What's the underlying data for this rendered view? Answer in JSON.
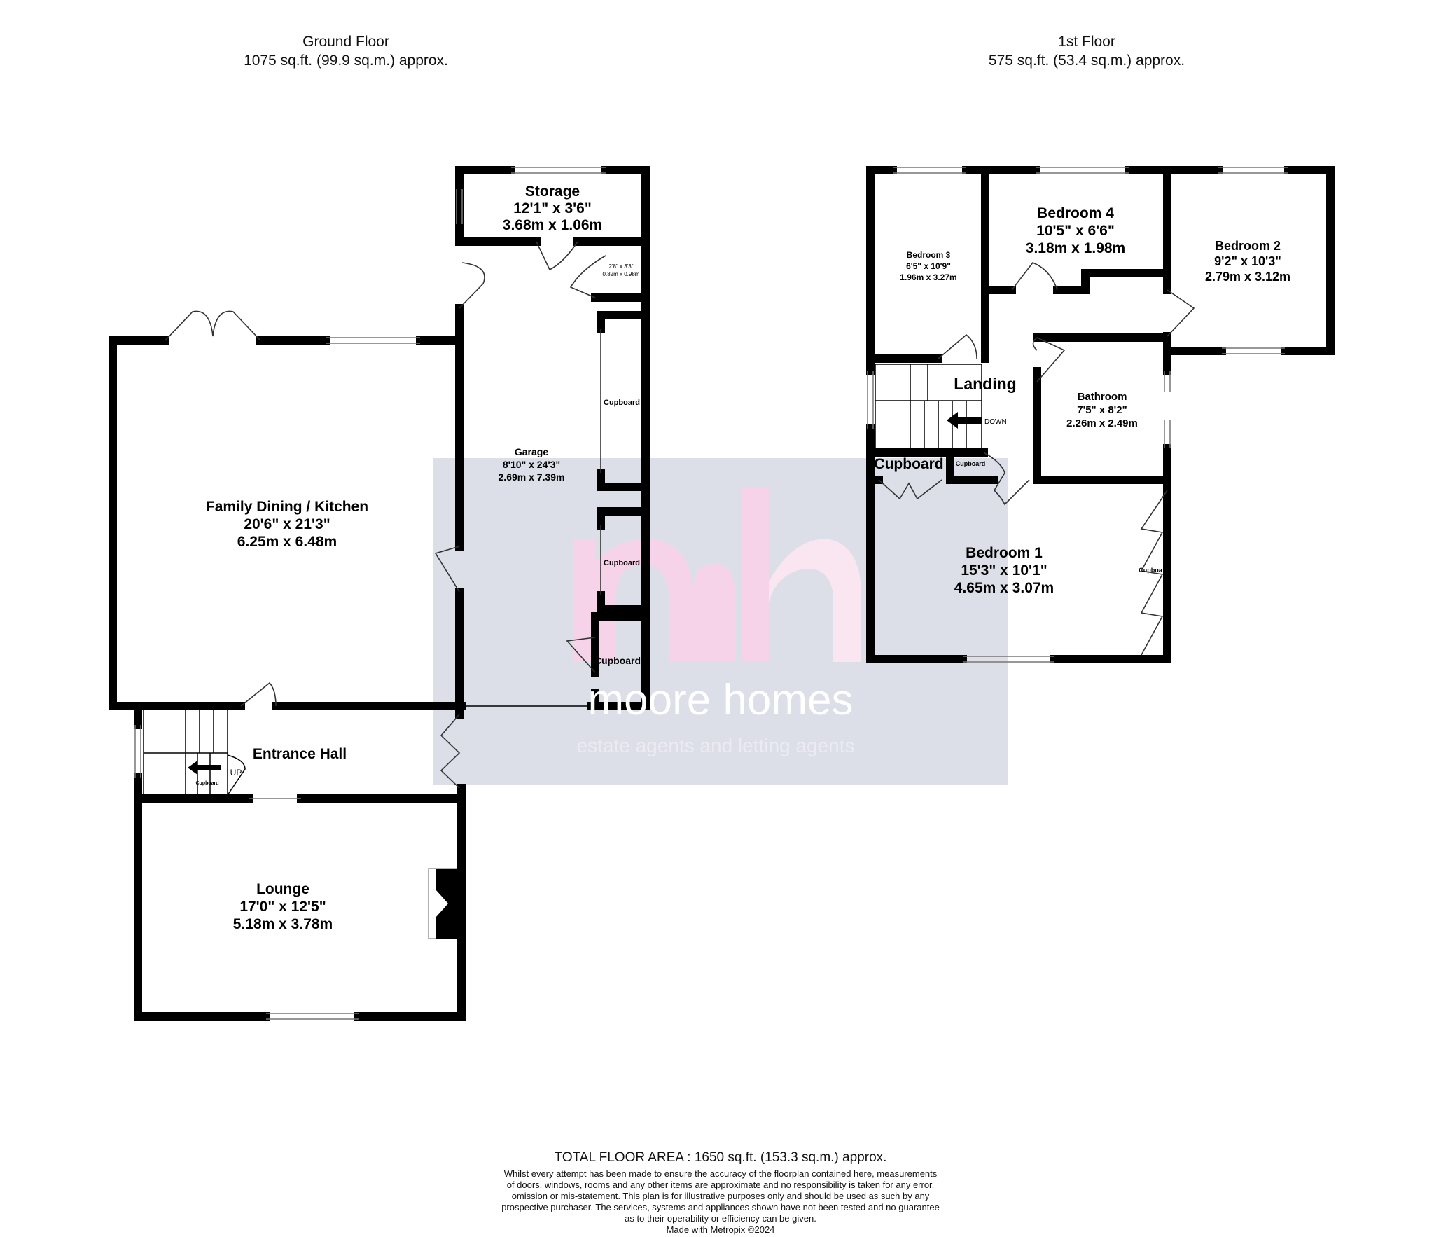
{
  "ground_floor": {
    "title": "Ground Floor",
    "area": "1075 sq.ft. (99.9 sq.m.) approx.",
    "rooms": {
      "storage": {
        "name": "Storage",
        "imperial": "12'1\"  x 3'6\"",
        "metric": "3.68m  x 1.06m"
      },
      "storage_cupboard": {
        "imperial": "2'8\"  x 3'3\"",
        "metric": "0.82m  x 0.98m"
      },
      "kitchen": {
        "name": "Family Dining / Kitchen",
        "imperial": "20'6\"  x 21'3\"",
        "metric": "6.25m  x 6.48m"
      },
      "garage": {
        "name": "Garage",
        "imperial": "8'10\"  x 24'3\"",
        "metric": "2.69m  x 7.39m"
      },
      "garage_cupboard_1": "Cupboard",
      "garage_cupboard_2": "Cupboard",
      "garage_cupboard_3": "Cupboard",
      "entrance_hall": "Entrance Hall",
      "stairs_label": "UP",
      "understairs_cupboard": "Cupboard",
      "lounge": {
        "name": "Lounge",
        "imperial": "17'0\"  x 12'5\"",
        "metric": "5.18m  x 3.78m"
      }
    }
  },
  "first_floor": {
    "title": "1st Floor",
    "area": "575 sq.ft. (53.4 sq.m.) approx.",
    "rooms": {
      "bedroom3": {
        "name": "Bedroom 3",
        "imperial": "6'5\"  x 10'9\"",
        "metric": "1.96m  x 3.27m"
      },
      "bedroom4": {
        "name": "Bedroom 4",
        "imperial": "10'5\"  x 6'6\"",
        "metric": "3.18m  x 1.98m"
      },
      "bedroom2": {
        "name": "Bedroom 2",
        "imperial": "9'2\"  x 10'3\"",
        "metric": "2.79m  x 3.12m"
      },
      "landing": "Landing",
      "stairs_label": "DOWN",
      "bathroom": {
        "name": "Bathroom",
        "imperial": "7'5\"  x 8'2\"",
        "metric": "2.26m  x 2.49m"
      },
      "cupboard_large": "Cupboard",
      "cupboard_small": "Cupboard",
      "bedroom1": {
        "name": "Bedroom 1",
        "imperial": "15'3\"  x 10'1\"",
        "metric": "4.65m  x 3.07m"
      },
      "bedroom1_cupboard": "Cupboa"
    }
  },
  "watermark": {
    "monogram": "mh",
    "brand": "moore homes",
    "tagline": "estate agents and letting agents",
    "colors": {
      "panel": "#dcdee8",
      "pink": "#f7d3ea",
      "pink_light": "#fae6f0"
    }
  },
  "footer": {
    "total_area": "TOTAL FLOOR AREA : 1650 sq.ft. (153.3 sq.m.) approx.",
    "disclaimer": [
      "Whilst every attempt has been made to ensure the accuracy of the floorplan contained here, measurements",
      "of doors, windows, rooms and any other items are approximate and no responsibility is taken for any error,",
      "omission or mis-statement. This plan is for illustrative purposes only and should be used as such by any",
      "prospective purchaser. The services, systems and appliances shown have not been tested and no guarantee",
      "as to their operability or efficiency can be given."
    ],
    "credit": "Made with Metropix ©2024"
  }
}
